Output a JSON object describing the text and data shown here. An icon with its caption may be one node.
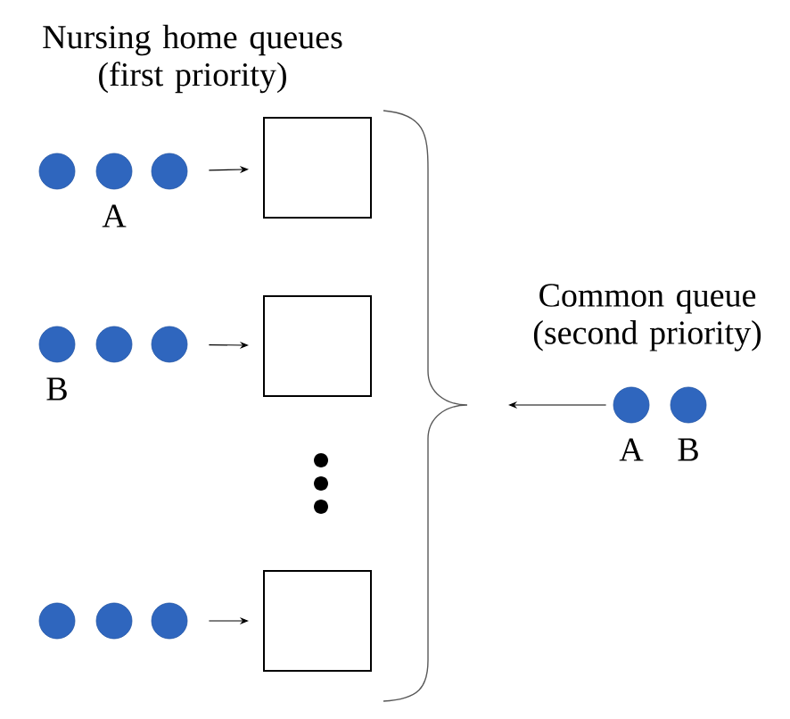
{
  "diagram": {
    "nodes": [
      {
        "text": [],
        "shape": "circle"
      },
      {
        "text": [],
        "shape": "circle",
        "beside": [
          "A"
        ]
      },
      {
        "text": [],
        "shape": "circle"
      },
      {
        "text": [],
        "shape": "box"
      },
      {
        "text": [],
        "shape": "circle",
        "beside": [
          "B"
        ]
      },
      {
        "text": [],
        "shape": "circle"
      },
      {
        "text": [],
        "shape": "circle"
      },
      {
        "text": [],
        "shape": "box"
      },
      {
        "text": [],
        "shape": "circle",
        "beside": [
          "A"
        ]
      },
      {
        "text": [],
        "shape": "circle",
        "beside": [
          "B"
        ]
      },
      {
        "text": [],
        "shape": "circle"
      },
      {
        "text": [],
        "shape": "circle"
      },
      {
        "text": [],
        "shape": "circle"
      },
      {
        "text": [],
        "shape": "box"
      }
    ],
    "edges": [
      {
        "from": 2,
        "to": 3,
        "arrow": "to"
      },
      {
        "from": 6,
        "to": 7,
        "arrow": "to"
      },
      {
        "from": 8,
        "to": null,
        "arrow": "to"
      },
      {
        "from": 12,
        "to": 13,
        "arrow": "to"
      }
    ],
    "labels": [
      "Nursing home queues (first priority)",
      "Common queue (second priority)"
    ]
  }
}
